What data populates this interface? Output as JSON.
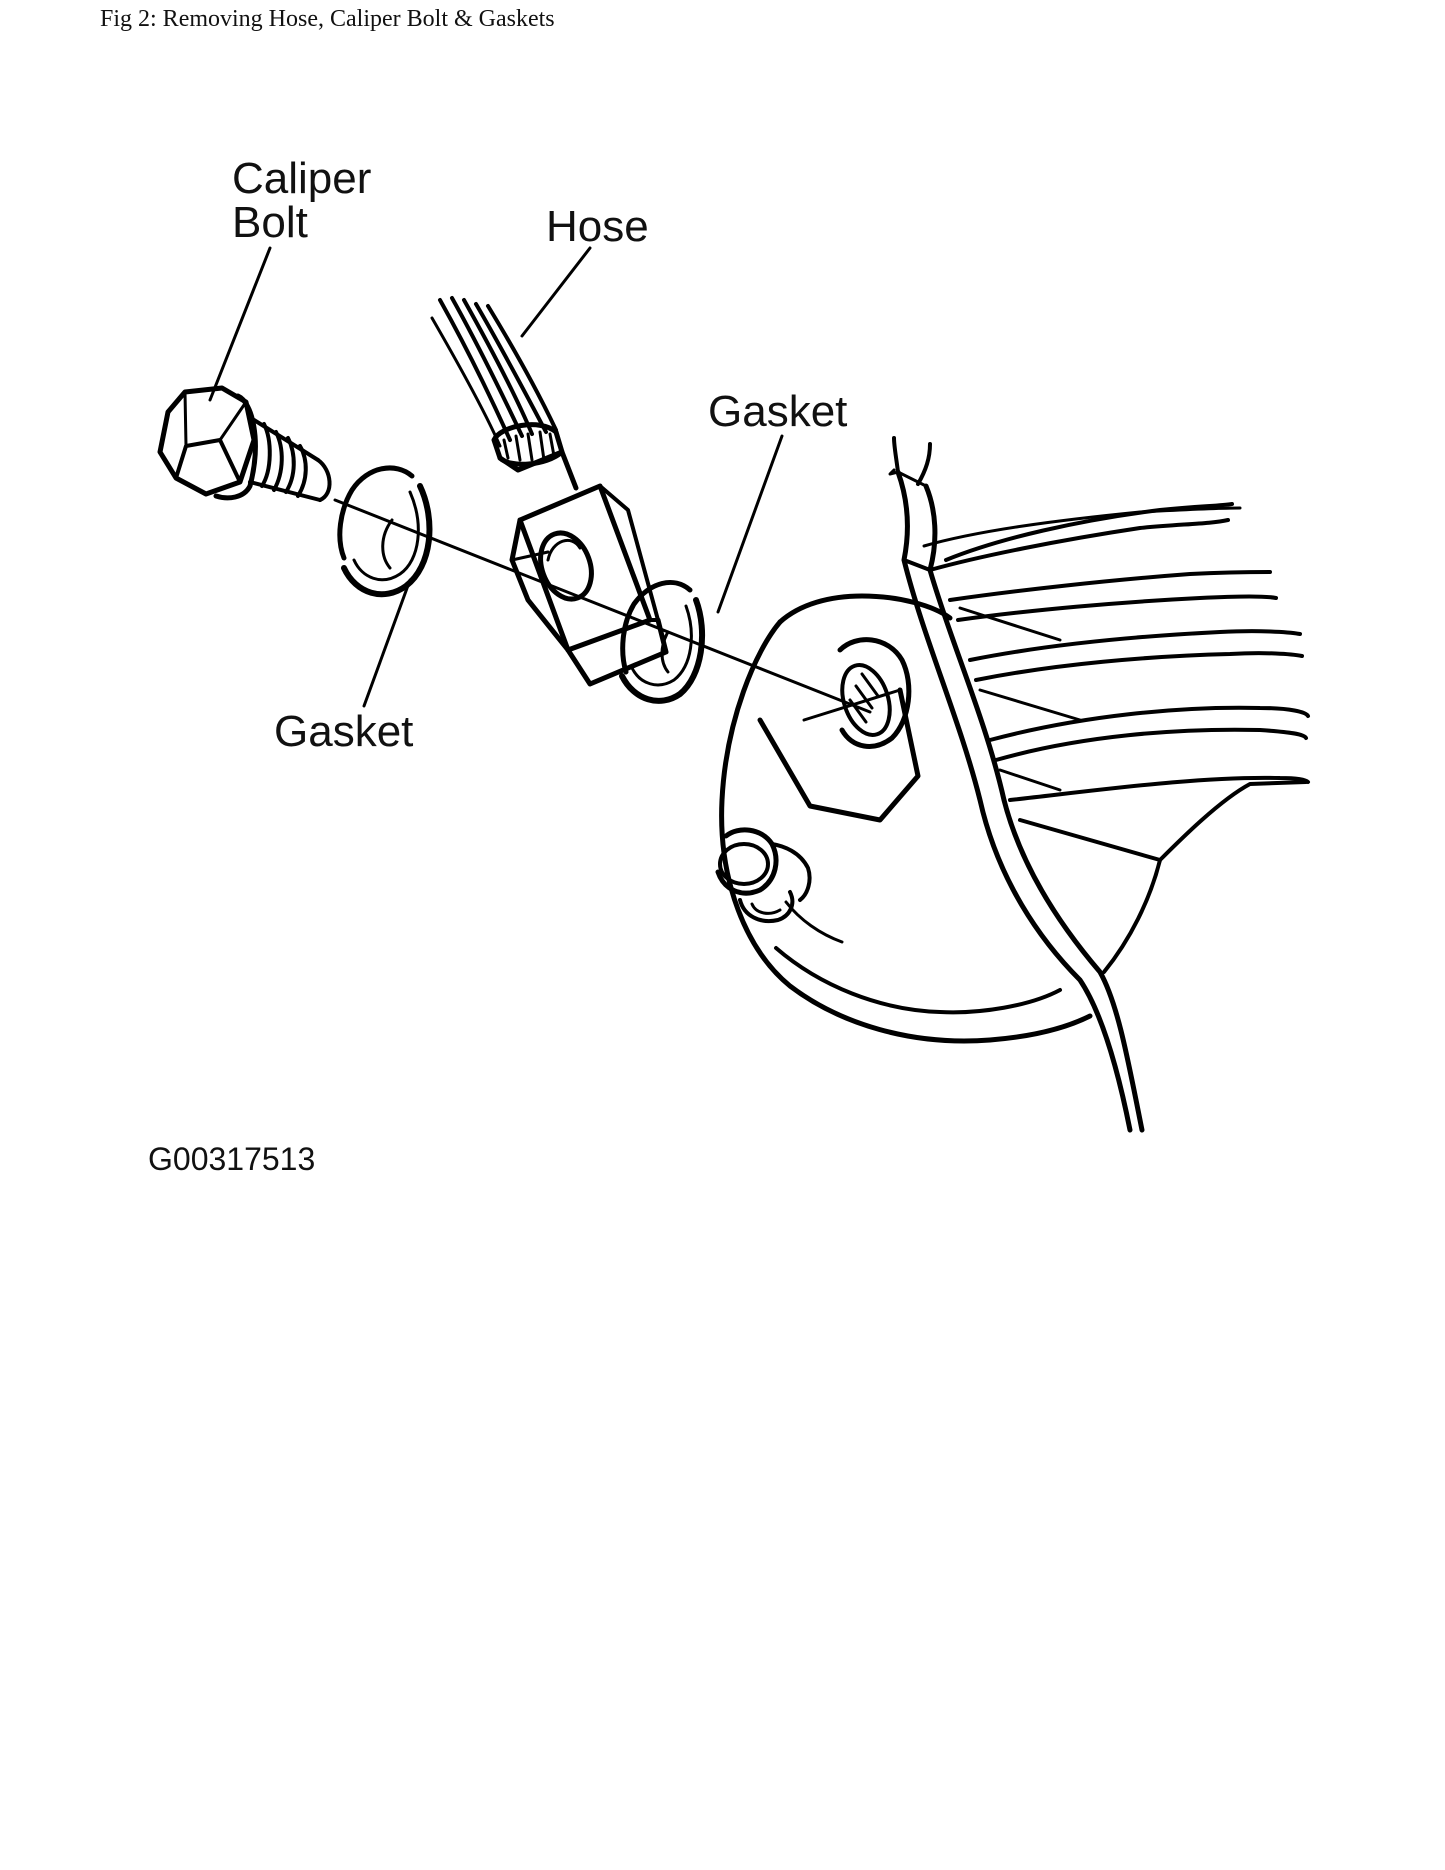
{
  "caption": "Fig 2: Removing Hose, Caliper Bolt & Gaskets",
  "labels": {
    "caliper_bolt_line1": "Caliper",
    "caliper_bolt_line2": "Bolt",
    "hose": "Hose",
    "gasket_upper": "Gasket",
    "gasket_lower": "Gasket"
  },
  "figure_code": "G00317513"
}
